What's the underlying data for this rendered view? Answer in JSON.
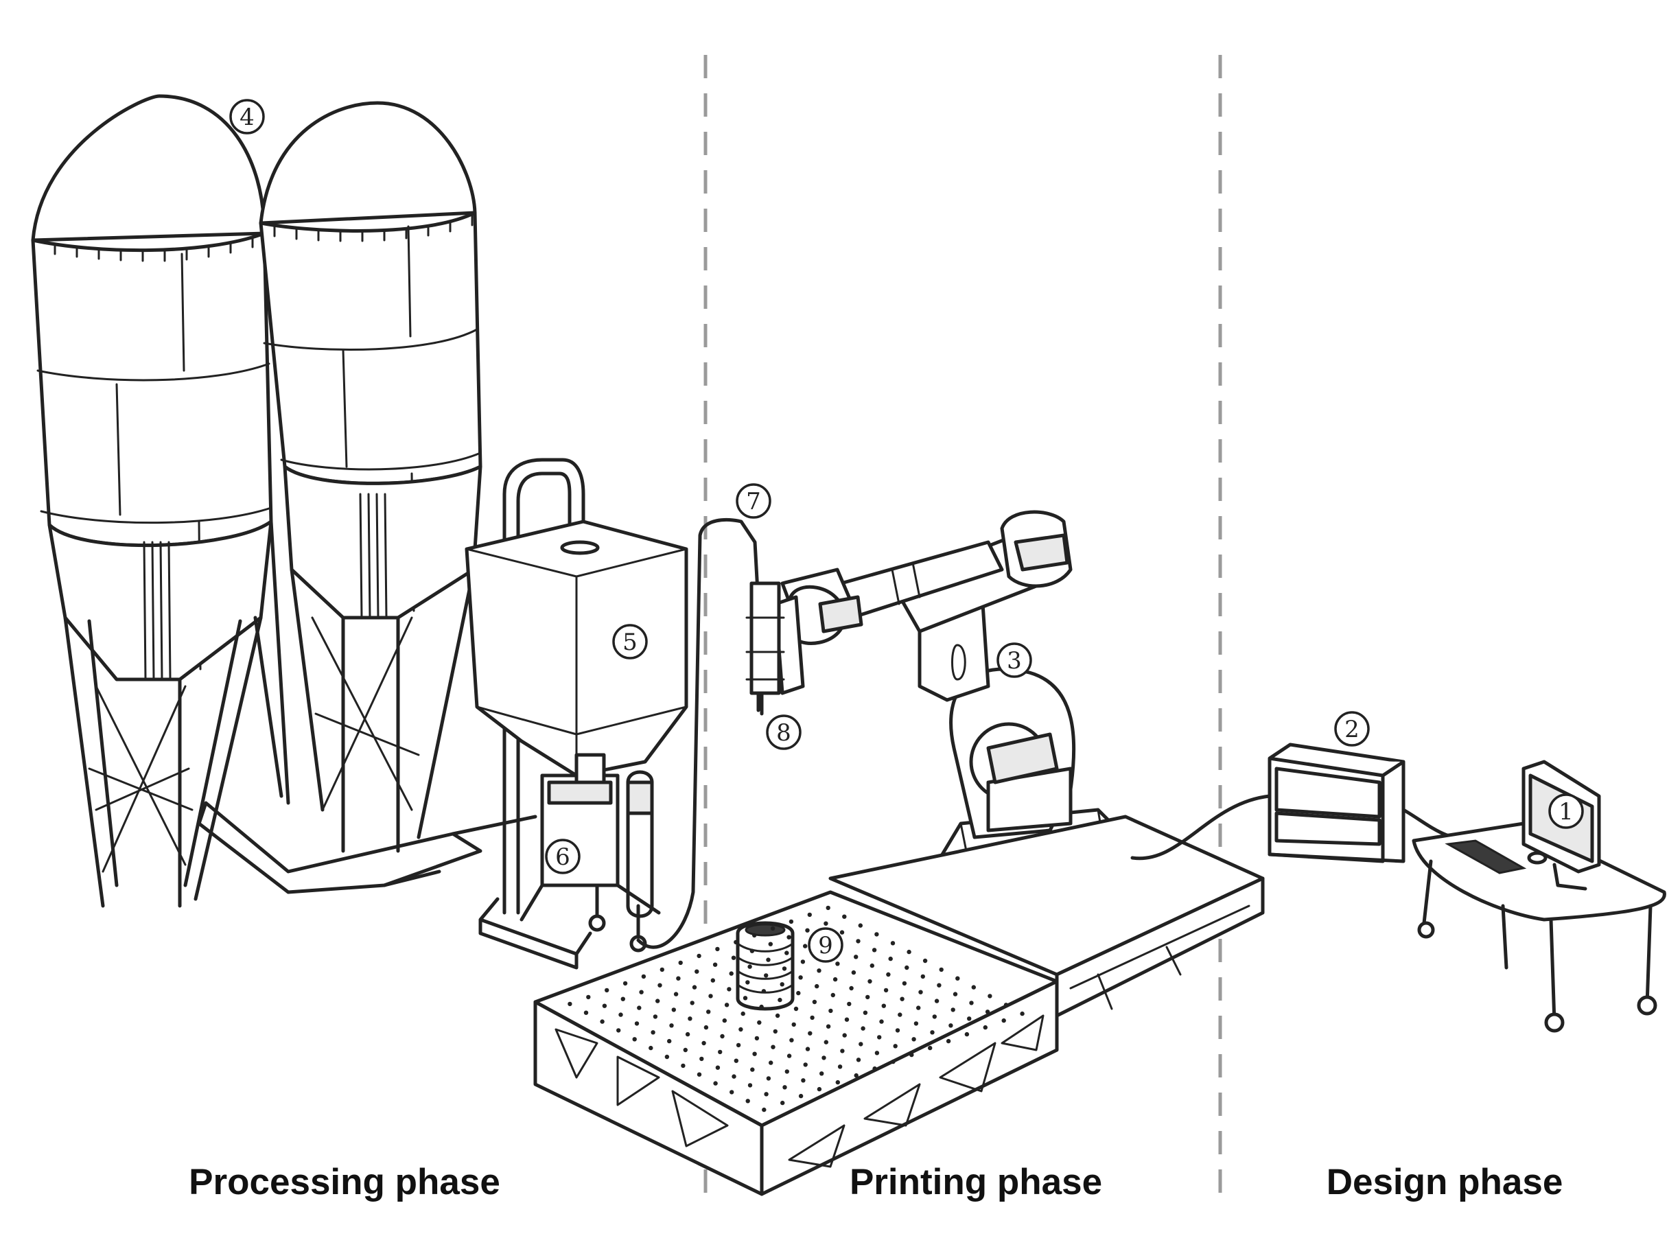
{
  "phases": {
    "processing": "Processing phase",
    "printing": "Printing phase",
    "design": "Design phase"
  },
  "markers": {
    "m1": "1",
    "m2": "2",
    "m3": "3",
    "m4": "4",
    "m5": "5",
    "m6": "6",
    "m7": "7",
    "m8": "8",
    "m9": "9"
  },
  "colors": {
    "line": "#222222",
    "divider": "#9a9a9a",
    "background": "#ffffff"
  }
}
